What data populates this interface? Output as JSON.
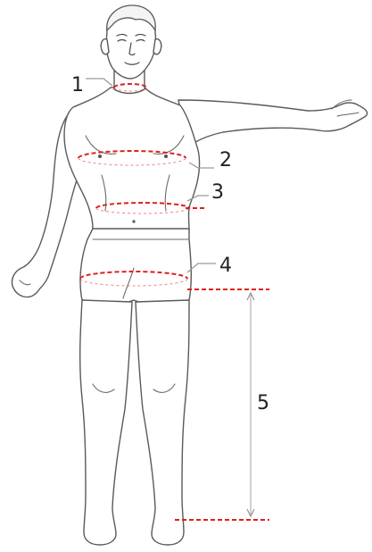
{
  "measurements": [
    {
      "label": "1",
      "name": "neck"
    },
    {
      "label": "2",
      "name": "chest"
    },
    {
      "label": "3",
      "name": "waist"
    },
    {
      "label": "4",
      "name": "hip"
    },
    {
      "label": "5",
      "name": "inseam"
    }
  ],
  "colors": {
    "measure_line": "#e02020",
    "outline": "#5a5a5a",
    "leader": "#9a9a9a",
    "span": "#b0b0b0",
    "text": "#222222"
  },
  "icons": {
    "figure": "male-body-outline-icon"
  }
}
